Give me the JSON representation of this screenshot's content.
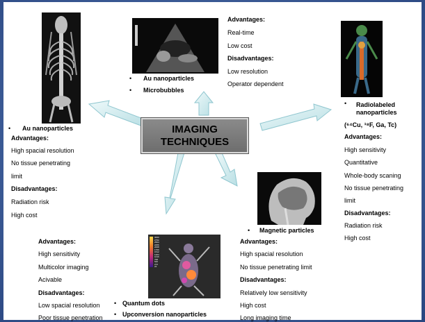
{
  "center": {
    "line1": "IMAGING",
    "line2": "TECHNIQUES"
  },
  "ct": {
    "title": "CT",
    "bullet": "Au nanoparticles",
    "adv_label": "Advantages:",
    "adv": [
      "High  spacial resolution",
      "No tissue penetrating",
      "limit"
    ],
    "dis_label": "Disadvantages:",
    "dis": [
      "Radiation risk",
      "High cost"
    ]
  },
  "ultrasound": {
    "title": "Ultrasound",
    "bullets": [
      "Au nanoparticles",
      "Microbubbles"
    ],
    "adv_label": "Advantages:",
    "adv": [
      "Real-time",
      "Low cost"
    ],
    "dis_label": "Disadvantages:",
    "dis": [
      "Low resolution",
      "Operator dependent"
    ]
  },
  "pet": {
    "title": "PET",
    "bullet_l1": "Radiolabeled",
    "bullet_l2": "nanoparticles",
    "isotopes": "(⁶⁴Cu, ¹⁸F, Ga, Tc)",
    "adv_label": "Advantages:",
    "adv": [
      "High sensitivity",
      "Quantitative",
      "Whole-body scaning",
      "No tissue penetrating",
      "limit"
    ],
    "dis_label": "Disadvantages:",
    "dis": [
      "Radiation risk",
      "High cost"
    ]
  },
  "mri": {
    "title": "Magnetic resonance",
    "bullet": "Magnetic particles",
    "adv_label": "Advantages:",
    "adv": [
      "High spacial resolution",
      "No tissue penetrating limit"
    ],
    "dis_label": "Disadvantages:",
    "dis": [
      "Relatively low sensitivity",
      "High cost",
      "Long imaging time"
    ]
  },
  "optical": {
    "title": "Optical",
    "adv_label": "Advantages:",
    "adv": [
      "High sensitivity",
      "Multicolor imaging",
      "Acivable"
    ],
    "dis_label": "Disadvantages:",
    "dis": [
      "Low spacial resolution",
      "Poor tissue penetration"
    ],
    "bullets": [
      "Quantum dots",
      "Upconversion nanoparticles"
    ],
    "scale": [
      "3000",
      "2752",
      "2504",
      "2256",
      "2008",
      "1760",
      "1512",
      "1264",
      "1016",
      "768",
      "520",
      "272",
      "24"
    ]
  },
  "colors": {
    "background": "#3f5f9a",
    "arrow_fill": "#d4ecef",
    "arrow_stroke": "#8fc6cf",
    "box": "#7a7a7a"
  }
}
